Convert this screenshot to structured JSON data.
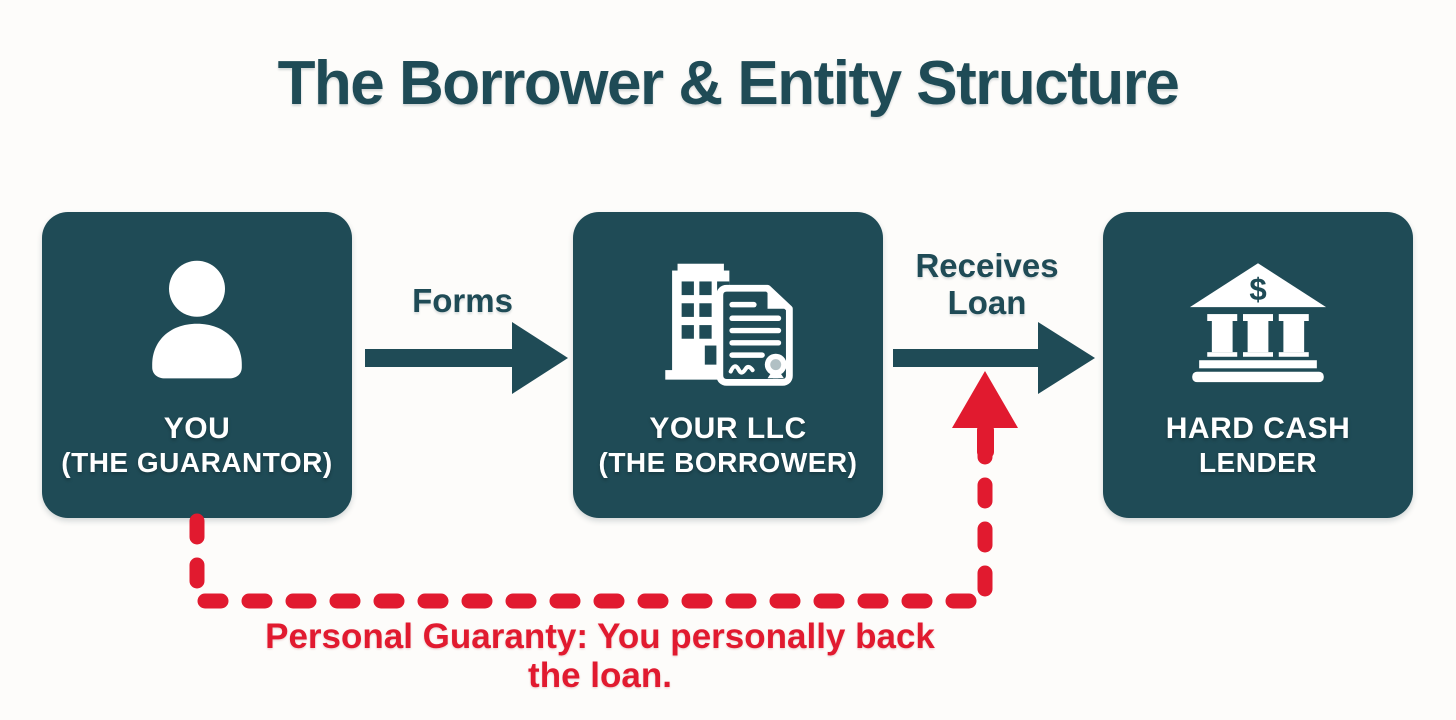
{
  "title": "The Borrower & Entity Structure",
  "colors": {
    "teal": "#1f4b56",
    "red": "#e11a2f",
    "background": "#fdfcfa",
    "white": "#ffffff"
  },
  "nodes": [
    {
      "id": "you",
      "icon": "person-icon",
      "label": "YOU",
      "sublabel": "(THE GUARANTOR)"
    },
    {
      "id": "your-llc",
      "icon": "building-document-icon",
      "label": "YOUR LLC",
      "sublabel": "(THE BORROWER)"
    },
    {
      "id": "hard-cash-lender",
      "icon": "bank-icon",
      "label": "HARD CASH",
      "sublabel": "LENDER"
    }
  ],
  "arrows": [
    {
      "from": "you",
      "to": "your-llc",
      "label": "Forms"
    },
    {
      "from": "your-llc",
      "to": "hard-cash-lender",
      "label_line1": "Receives",
      "label_line2": "Loan"
    }
  ],
  "personal_guaranty": {
    "line1": "Personal Guaranty: You personally back",
    "line2": "the loan."
  }
}
